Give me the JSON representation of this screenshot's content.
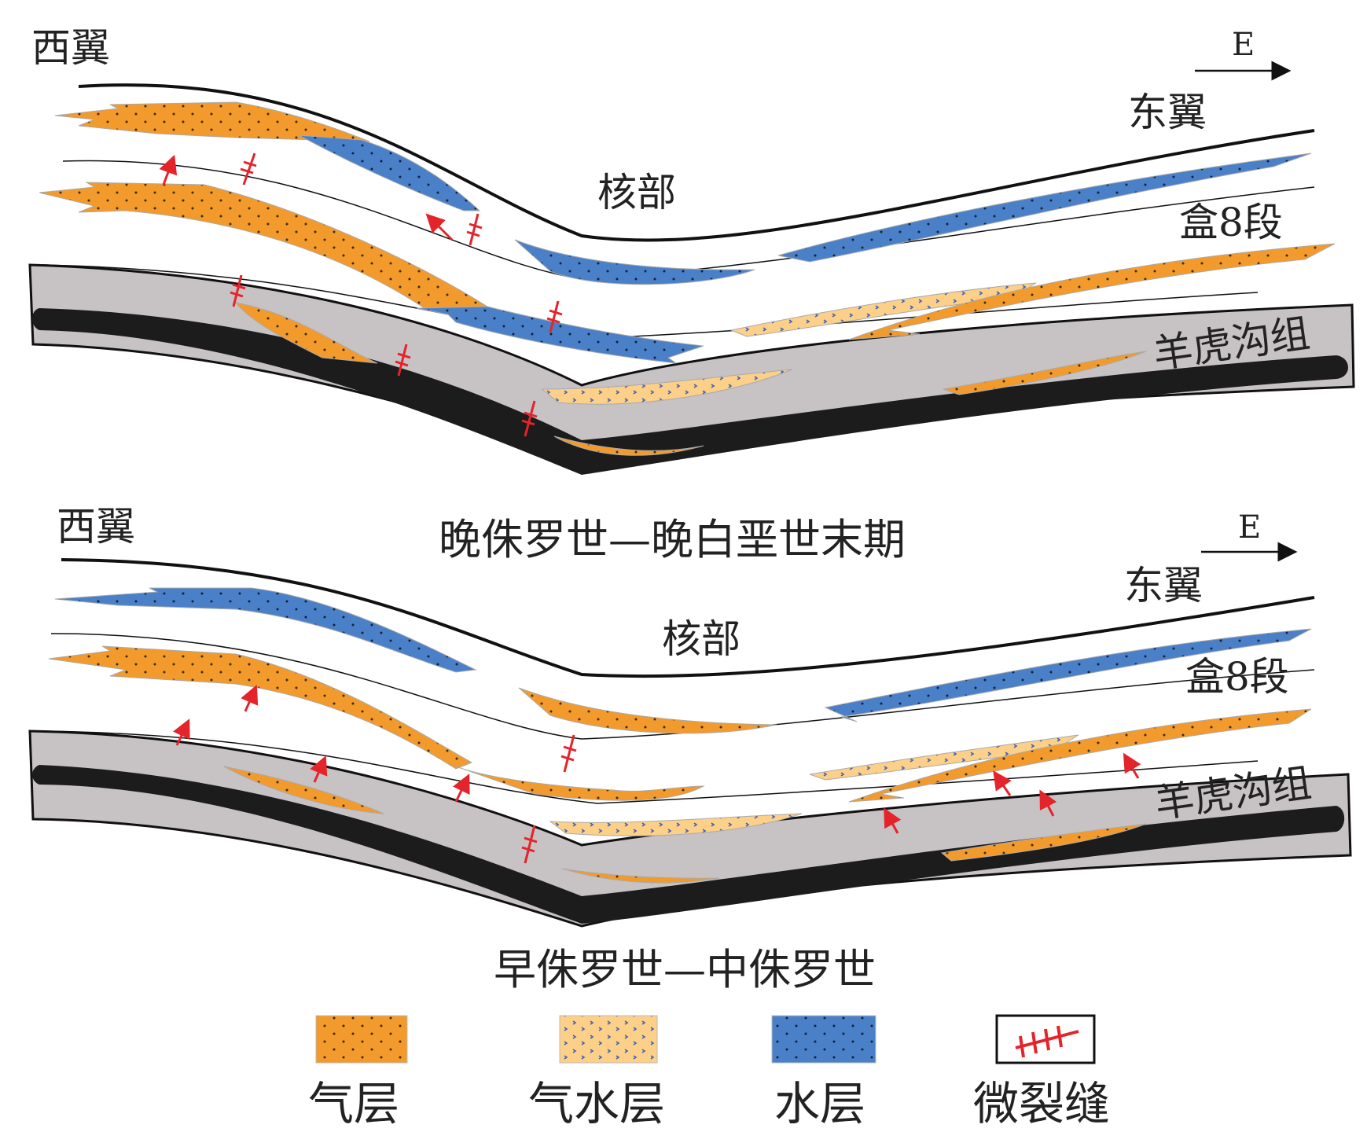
{
  "top_panel": {
    "west_wing": "西翼",
    "east_wing": "东翼",
    "core": "核部",
    "he8": "盒8段",
    "yanghugou": "羊虎沟组",
    "direction": "E",
    "caption": "晚侏罗世—晚白垩世末期"
  },
  "bottom_panel": {
    "west_wing": "西翼",
    "east_wing": "东翼",
    "core": "核部",
    "he8": "盒8段",
    "yanghugou": "羊虎沟组",
    "direction": "E",
    "caption": "早侏罗世—中侏罗世"
  },
  "legend": {
    "items": [
      {
        "label": "气层",
        "pattern": "gas-pattern"
      },
      {
        "label": "气水层",
        "pattern": "gaswater-pattern"
      },
      {
        "label": "水层",
        "pattern": "water-pattern"
      },
      {
        "label": "微裂缝",
        "pattern": "fracture-symbol"
      }
    ]
  },
  "colors": {
    "gas": "#f39a2c",
    "gas_water": "#fcd089",
    "water": "#4a80c8",
    "mudstone": "#c7c2c4",
    "coal": "#1c1c1c",
    "fracture": "#e4242b"
  }
}
